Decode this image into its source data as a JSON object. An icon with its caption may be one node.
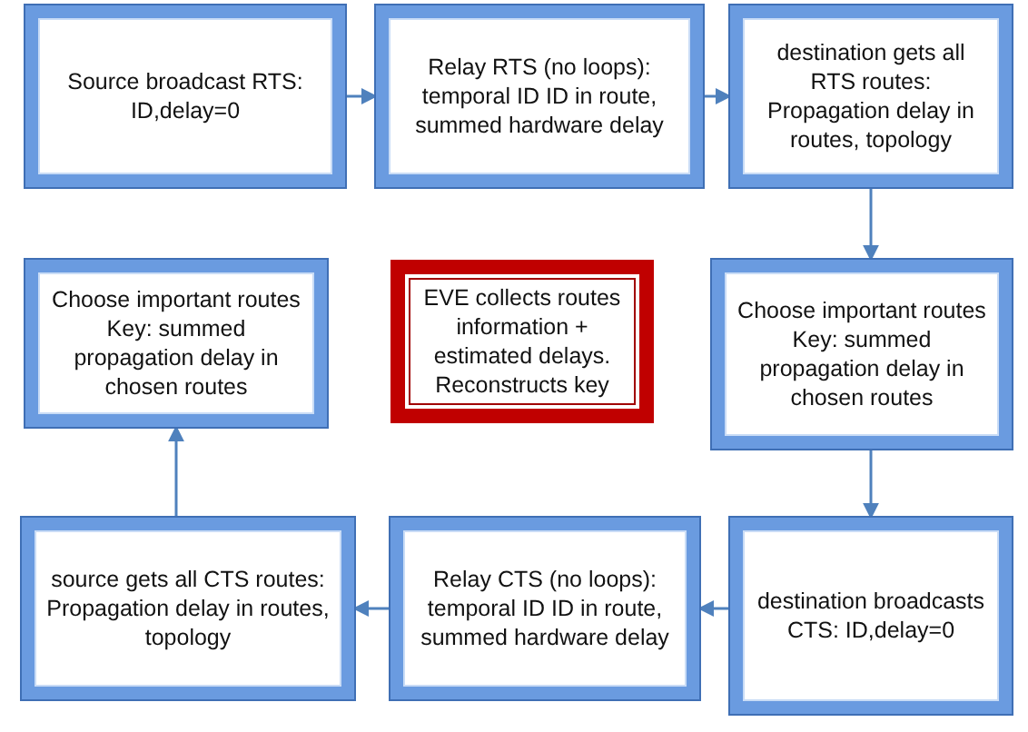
{
  "diagram": {
    "nodes": [
      {
        "text": [
          "Source broadcast RTS: ID,delay=0"
        ]
      },
      {
        "text": [
          "Relay RTS (no loops): temporal ID ID in route, summed hardware delay"
        ]
      },
      {
        "text": [
          "destination gets all RTS routes: Propagation delay in routes, topology"
        ]
      },
      {
        "text": [
          "Choose important routes Key: summed propagation delay in chosen routes"
        ]
      },
      {
        "text": [
          "EVE collects routes information + estimated delays. Reconstructs key"
        ]
      },
      {
        "text": [
          "Choose important routes Key: summed propagation delay in chosen routes"
        ]
      },
      {
        "text": [
          "source gets all CTS routes: Propagation delay in routes, topology"
        ]
      },
      {
        "text": [
          "Relay CTS (no loops): temporal ID ID in route, summed hardware delay"
        ]
      },
      {
        "text": [
          "destination broadcasts CTS: ID,delay=0"
        ]
      }
    ],
    "edges": [
      {
        "from": 0,
        "to": 1,
        "arrow": "to"
      },
      {
        "from": 1,
        "to": 2,
        "arrow": "to"
      },
      {
        "from": 2,
        "to": 5,
        "arrow": "to"
      },
      {
        "from": 5,
        "to": 8,
        "arrow": "to"
      },
      {
        "from": 8,
        "to": 7,
        "arrow": "to"
      },
      {
        "from": 7,
        "to": 6,
        "arrow": "to"
      },
      {
        "from": 6,
        "to": 3,
        "arrow": "to"
      }
    ]
  }
}
